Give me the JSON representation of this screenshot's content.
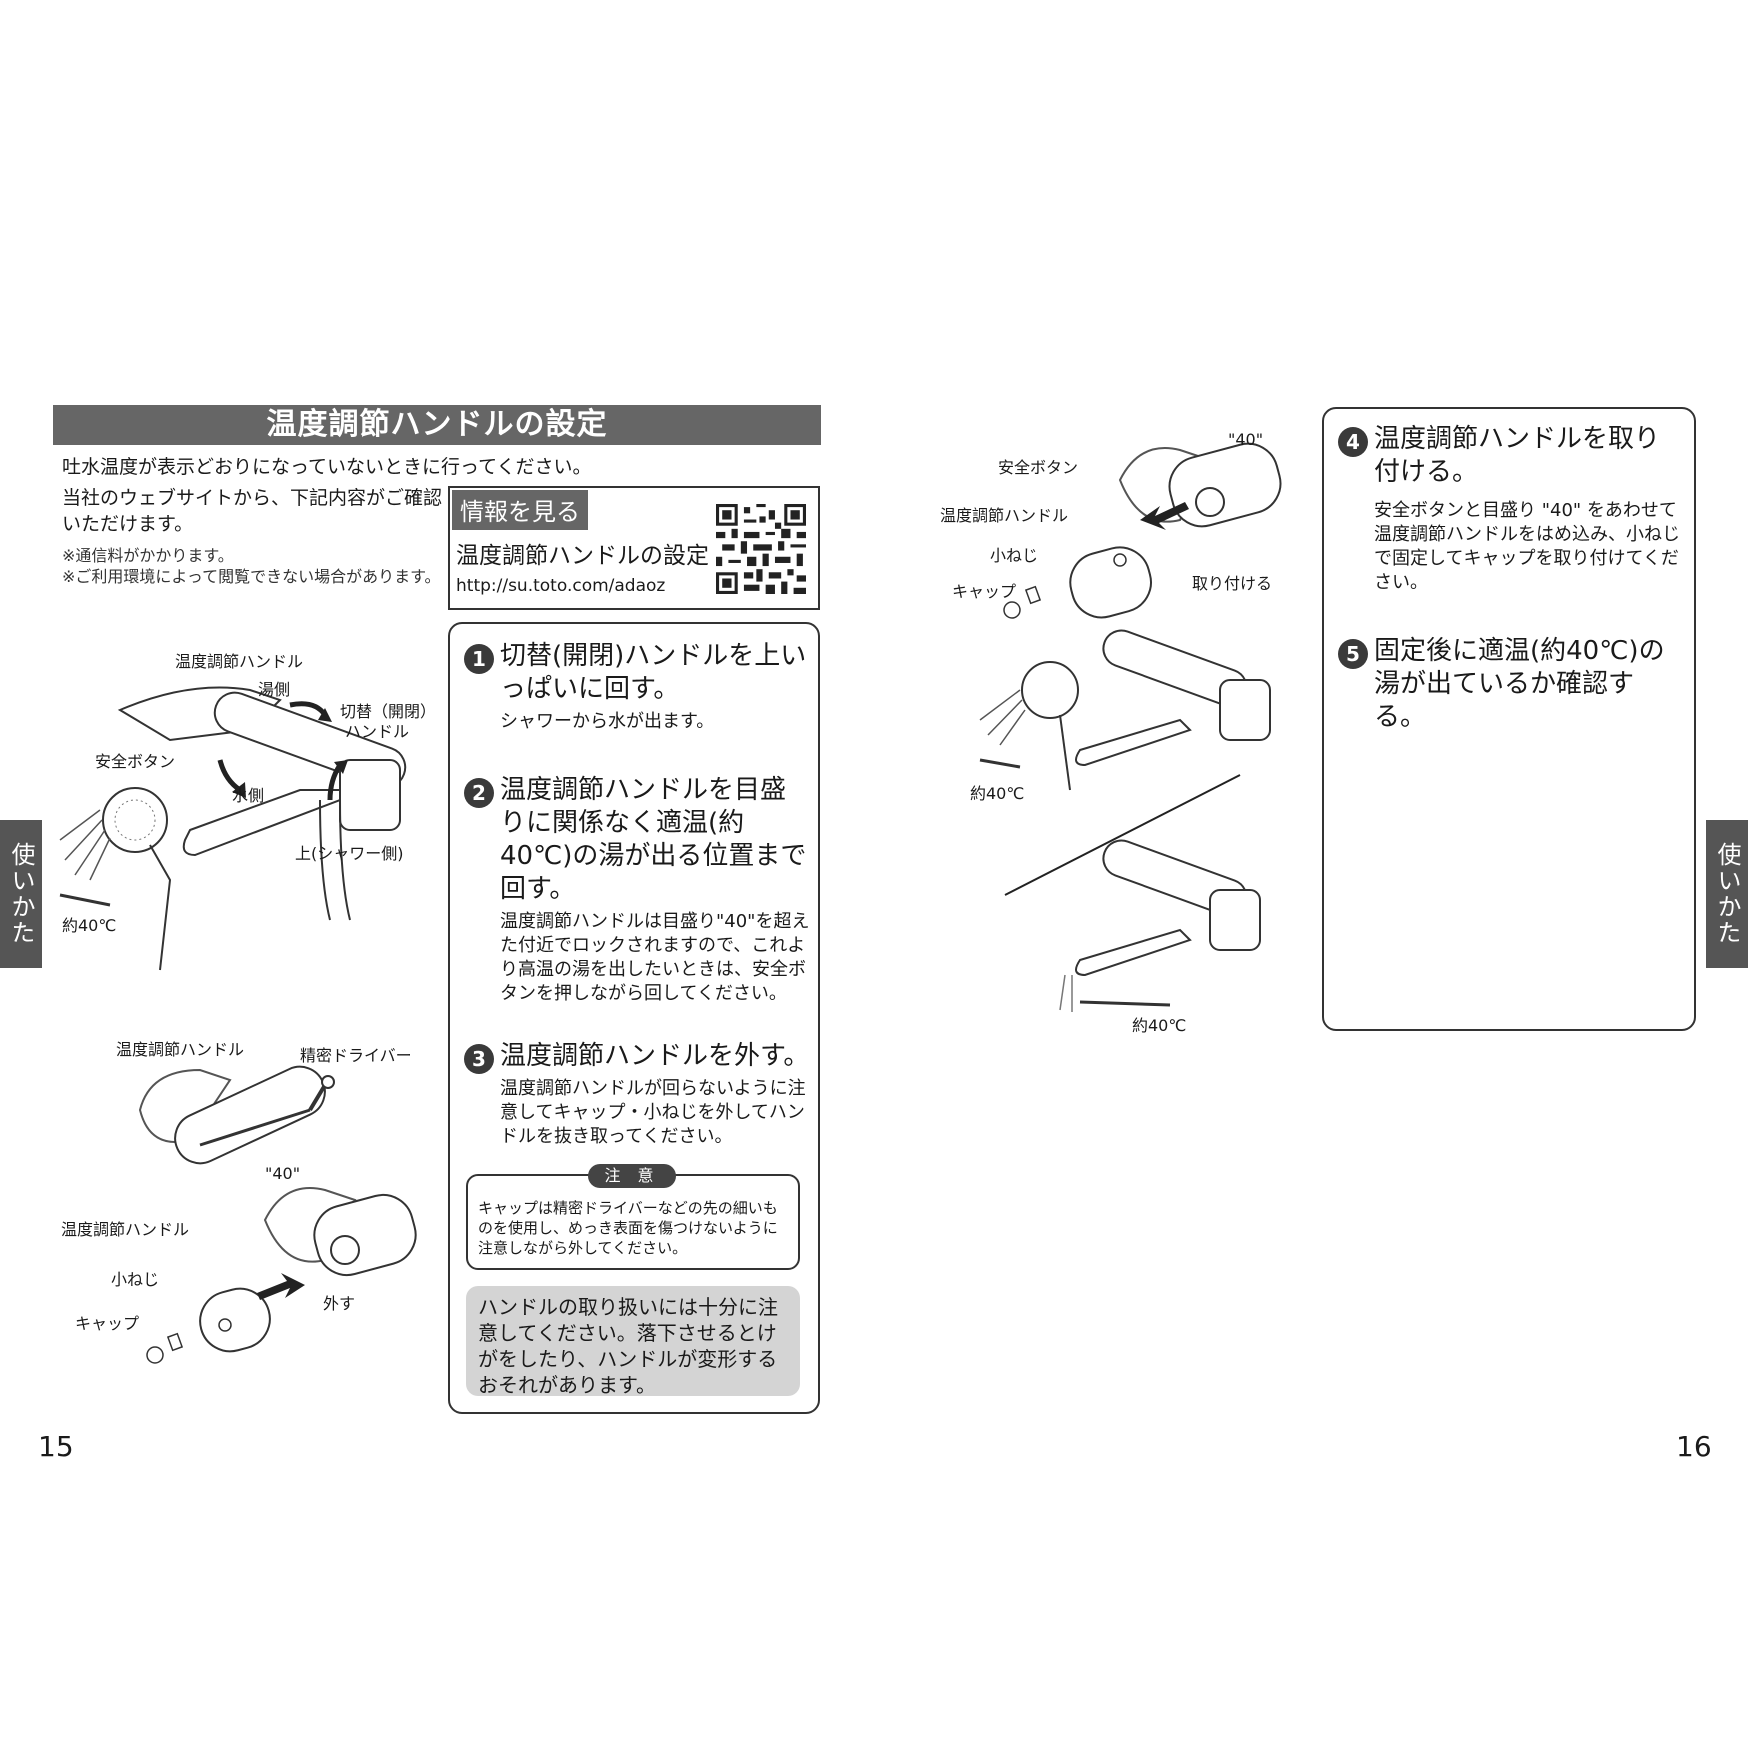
{
  "section_title": "温度調節ハンドルの設定",
  "intro": "吐水温度が表示どおりになっていないときに行ってください。",
  "web_note": "当社のウェブサイトから、下記内容がご確認いただけます。",
  "notes": [
    "※通信料がかかります。",
    "※ご利用環境によって閲覧できない場合があります。"
  ],
  "info_box": {
    "tag": "情報を見る",
    "title": "温度調節ハンドルの設定",
    "url": "http://su.toto.com/adaoz"
  },
  "steps": [
    {
      "num": "1",
      "title": "切替(開閉)ハンドルを上いっぱいに回す。",
      "body": "シャワーから水が出ます。"
    },
    {
      "num": "2",
      "title": "温度調節ハンドルを目盛りに関係なく適温(約40℃)の湯が出る位置まで回す。",
      "body": "温度調節ハンドルは目盛り\"40\"を超えた付近でロックされますので、これより高温の湯を出したいときは、安全ボタンを押しながら回してください。"
    },
    {
      "num": "3",
      "title": "温度調節ハンドルを外す。",
      "body": "温度調節ハンドルが回らないように注意してキャップ・小ねじを外してハンドルを抜き取ってください。"
    },
    {
      "num": "4",
      "title": "温度調節ハンドルを取り付ける。",
      "body": "安全ボタンと目盛り \"40\" をあわせて温度調節ハンドルをはめ込み、小ねじで固定してキャップを取り付けてください。"
    },
    {
      "num": "5",
      "title": "固定後に適温(約40℃)の湯が出ているか確認する。",
      "body": ""
    }
  ],
  "caution": {
    "tag": "注 意",
    "text": "キャップは精密ドライバーなどの先の細いものを使用し、めっき表面を傷つけないように注意しながら外してください。"
  },
  "warning": "ハンドルの取り扱いには十分に注意してください。落下させるとけがをしたり、ハンドルが変形するおそれがあります。",
  "fig_labels": {
    "temp_handle": "温度調節ハンドル",
    "hot_side": "湯側",
    "switch_handle_1": "切替（開閉）",
    "switch_handle_2": "ハンドル",
    "safety_button": "安全ボタン",
    "water_side": "水側",
    "up_shower": "上(シャワー側)",
    "approx_40": "約40℃",
    "driver": "精密ドライバー",
    "mark_40": "\"40\"",
    "small_screw": "小ねじ",
    "cap": "キャップ",
    "remove": "外す",
    "attach": "取り付ける"
  },
  "side_tab": "使いかた",
  "page_left": "15",
  "page_right": "16"
}
